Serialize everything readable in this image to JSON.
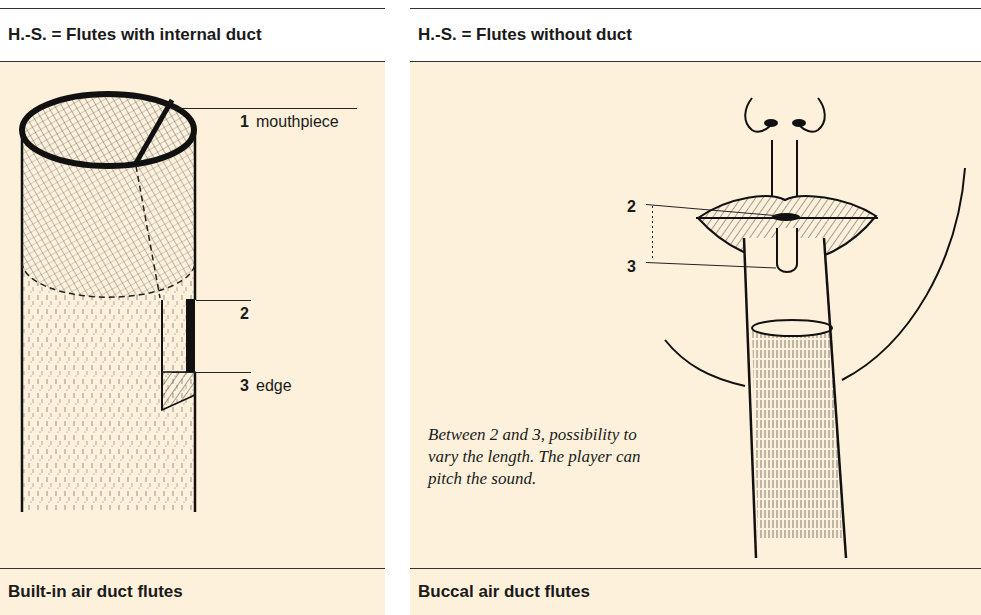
{
  "diagram": {
    "nodes": [
      {
        "text": [
          "H.-S. = Flutes with internal duct",
          "Built-in air duct flutes"
        ]
      },
      {
        "text": [
          "H.-S. = Flutes without duct",
          "Buccal air duct flutes"
        ]
      }
    ],
    "labels": [
      "1",
      "mouthpiece",
      "2",
      "3",
      "edge",
      "2",
      "3",
      "Between 2 and 3, possibility to vary the length. The player can pitch the sound."
    ]
  }
}
